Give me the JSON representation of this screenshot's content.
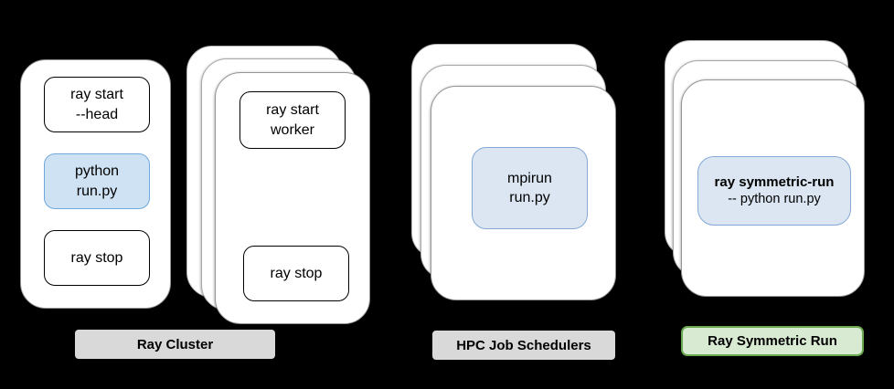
{
  "colors": {
    "background": "#000000",
    "card_fill": "#ffffff",
    "card_border": "#969696",
    "command_box_border": "#000000",
    "highlight_fill": "#cfe2f3",
    "highlight_fill_soft": "#dbe6f2",
    "highlight_border": "#6fa8dc",
    "gray_label_fill": "#d9d9d9",
    "green_label_fill": "#d9ead3",
    "green_label_border": "#6aa84f",
    "text": "#000000"
  },
  "ray_cluster": {
    "label": "Ray Cluster",
    "head_node": {
      "commands": [
        {
          "lines": [
            "ray start",
            "--head"
          ],
          "style": "plain"
        },
        {
          "lines": [
            "python",
            "run.py"
          ],
          "style": "highlight"
        },
        {
          "lines": [
            "ray stop"
          ],
          "style": "plain"
        }
      ]
    },
    "worker_nodes": {
      "stacked_cards": 3,
      "commands": [
        {
          "lines": [
            "ray start",
            "worker"
          ],
          "style": "plain"
        },
        {
          "lines": [
            "ray stop"
          ],
          "style": "plain"
        }
      ]
    }
  },
  "hpc_job_schedulers": {
    "label": "HPC Job Schedulers",
    "stacked_cards": 3,
    "command": {
      "lines": [
        "mpirun",
        "run.py"
      ],
      "style": "highlight"
    }
  },
  "ray_symmetric_run": {
    "label": "Ray Symmetric Run",
    "stacked_cards": 3,
    "command": {
      "line_bold": "ray symmetric-run",
      "line_regular": "-- python run.py",
      "style": "highlight"
    }
  }
}
